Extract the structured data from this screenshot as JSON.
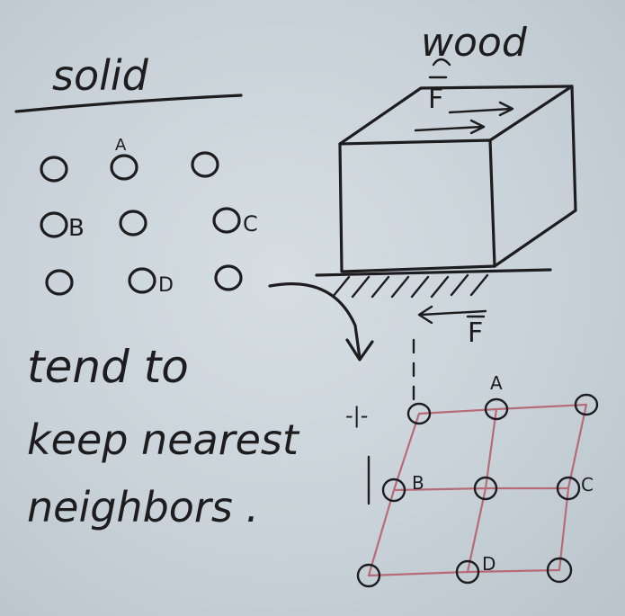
{
  "heading": "solid",
  "material_label": "wood",
  "force_top_label": "F",
  "force_bottom_label": "F",
  "caption_lines": [
    "tend to",
    "keep nearest",
    "neighbors ."
  ],
  "lattice_labels": {
    "a": "A",
    "b": "B",
    "c": "C",
    "d": "D"
  },
  "tick_label": "-|-"
}
